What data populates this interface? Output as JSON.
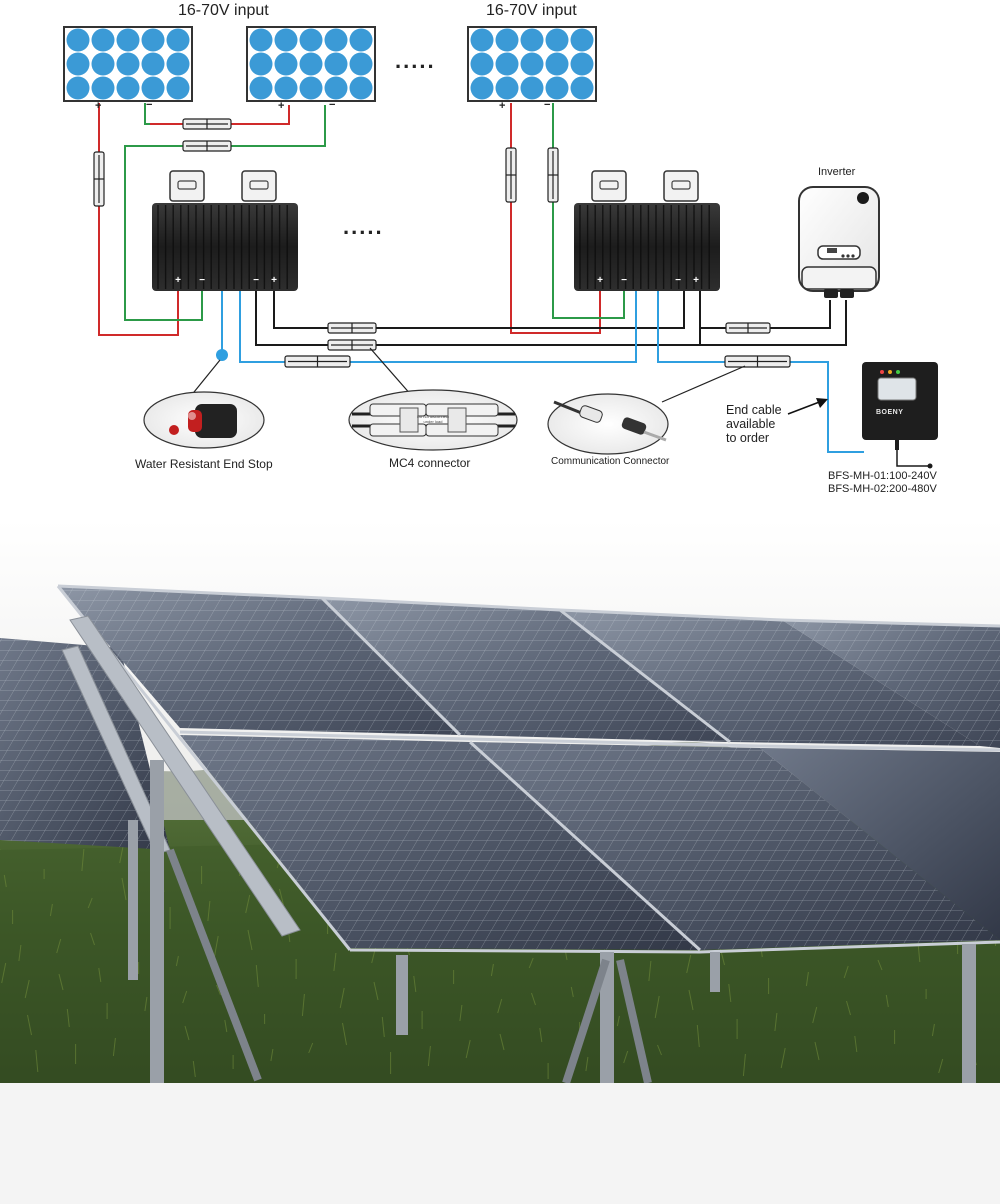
{
  "diagram": {
    "panel_input_left": "16-70V input",
    "panel_input_right": "16-70V input",
    "plus": "+",
    "minus": "−",
    "ellipsis": ".....",
    "inverter_label": "Inverter",
    "end_stop_label": "Water Resistant End Stop",
    "mc4_label": "MC4 connector",
    "comm_label": "Communication Connector",
    "end_cable_line1": "End cable",
    "end_cable_line2": "available",
    "end_cable_line3": "to order",
    "controller_brand": "BOENY",
    "model_1": "BFS-MH-01:100-240V",
    "model_2": "BFS-MH-02:200-480V",
    "mc4_small_text_1": "Do not disconnect",
    "mc4_small_text_2": "under load"
  },
  "colors": {
    "panel_cell": "#3b9ad6",
    "wire_red": "#d02a2a",
    "wire_green": "#2c9a48",
    "wire_blue": "#2f9fe0",
    "wire_black": "#1a1a1a",
    "optimizer_body": "#202020",
    "background_bottom": "#f4f4f4"
  }
}
